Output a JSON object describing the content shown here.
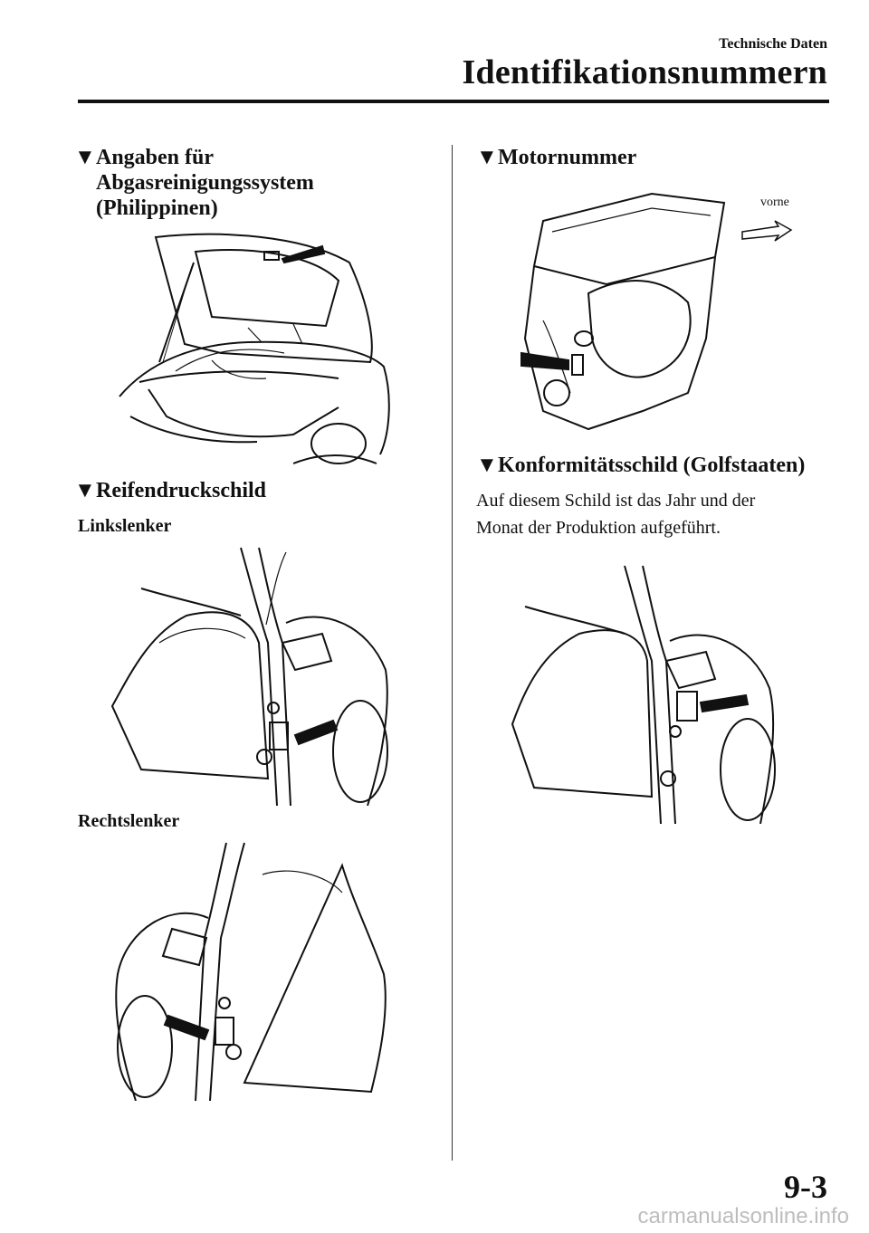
{
  "header": {
    "chapter": "Technische Daten",
    "title": "Identifikationsnummern"
  },
  "marker_glyph": "▼",
  "sections": {
    "emission": {
      "lines": [
        "Angaben für",
        "Abgasreinigungssystem",
        "(Philippinen)"
      ]
    },
    "tire": {
      "title": "Reifendruckschild"
    },
    "engine": {
      "title": "Motornummer",
      "front_label": "vorne"
    },
    "conformity": {
      "title": "Konformitätsschild (Golfstaaten)",
      "text_lines": [
        "Auf diesem Schild ist das Jahr und der",
        "Monat der Produktion aufgeführt."
      ]
    }
  },
  "labels": {
    "lhd": "Linkslenker",
    "rhd": "Rechtslenker"
  },
  "page_number": "9-3",
  "watermark": "carmanualsonline.info"
}
